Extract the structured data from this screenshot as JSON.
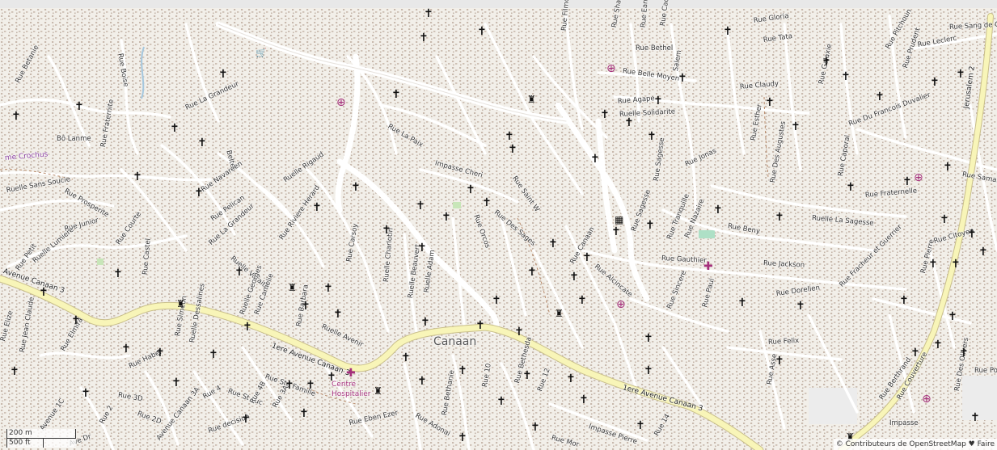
{
  "scale": {
    "metric": "200 m",
    "imperial": "500 ft"
  },
  "attribution": "© Contributeurs de OpenStreetMap ♥ Faire",
  "place_label": "Canaan",
  "poi": {
    "hospital_line1": "Centre",
    "hospital_line2": "Hospitalier"
  },
  "street_labels": [
    "Rue Betanie",
    "Rue Boise",
    "Bô Lanme",
    "Rue Fraternite",
    "Rue La Grandeur",
    "Beltel",
    "me Crochus",
    "Ruelle Sans Soucie",
    "Rue Prosperite",
    "Rue Junior",
    "Rue Petit",
    "Ruelle Lumiere",
    "Rue Courte",
    "Rue Navareen",
    "Rue Pelican",
    "Rue La Grandeur",
    "Ruelle Rigaud",
    "Rue Riviere Herard",
    "Ruelle Voraite",
    "Rue Castel",
    "Avenue Canaan 3",
    "Rue Elize",
    "Rue Jean Claude",
    "Rue Elmira",
    "Rue Simeon",
    "Ruelle Dessalines",
    "Rue Habel",
    "Ruelle Georges",
    "Rue Camelie",
    "Rue Barbara",
    "Ruelle Avenir",
    "Rue Carsoy",
    "Ruelle Charlotin",
    "Ruelle Beauvert",
    "Ruelle Adam",
    "Rue La Paix",
    "Impasse Cheri",
    "Rue Saint W",
    "Rue Orcos",
    "Rue Des Sages",
    "1ere Avenue Canaan 3",
    "Rue Ste Famille",
    "Rue 3D",
    "Rue 2D",
    "Rue St Luc",
    "Rue 4B",
    "Rue 4",
    "Avenue Canaan 3A",
    "Rue decision",
    "Rue 3A",
    "Rue 2",
    "Avenue 1C",
    "Rue Eben Ezer",
    "Rue Adonai",
    "Rue Bethanie",
    "Rue 10",
    "Rue Bethesda",
    "Rue 12",
    "Rue Canaan",
    "Rue Alcincate",
    "Impasse Pierre",
    "Rue Mor",
    "Rue 14",
    "1ere Avenue Canaan 3",
    "Rue Gloria",
    "Rue Tata",
    "Rue Bethel",
    "Rue Belle Moyen",
    "Rue Agape",
    "Ruelle Solidarite",
    "Salem",
    "Rue Claudy",
    "Rue Du Francois Duvalier",
    "Rue Leclerc",
    "Rue Sang de Chri",
    "Rue Prudent",
    "Rue Pitchoun",
    "Rue Galaxie",
    "Rue Esther",
    "Rue Sagesse",
    "Rue Jonas",
    "Rue Des Augustes",
    "Rue Caporal",
    "Rue Samar",
    "Rue Fraternelle",
    "Jerusalem 2",
    "Rue Sagesse",
    "Rue Tranquille",
    "Rue Nazaire",
    "Rue Beny",
    "Ruelle La Sagesse",
    "Rue Citoyen",
    "Rue Gauthier",
    "Rue Jackson",
    "Rue Pierre",
    "Rue Sincere",
    "Rue Dorelien",
    "Rue Fracheur et Guerrier",
    "Rue Paul",
    "Rue Felix",
    "Rue Asse",
    "Rue Berthrand",
    "Rue Couverture",
    "Rue Des Olivers",
    "Impasse",
    "Rue Filmole",
    "Rue Shalom",
    "Rue Eana",
    "Rue Cadet",
    "Rue Po",
    "Ave Dr"
  ]
}
